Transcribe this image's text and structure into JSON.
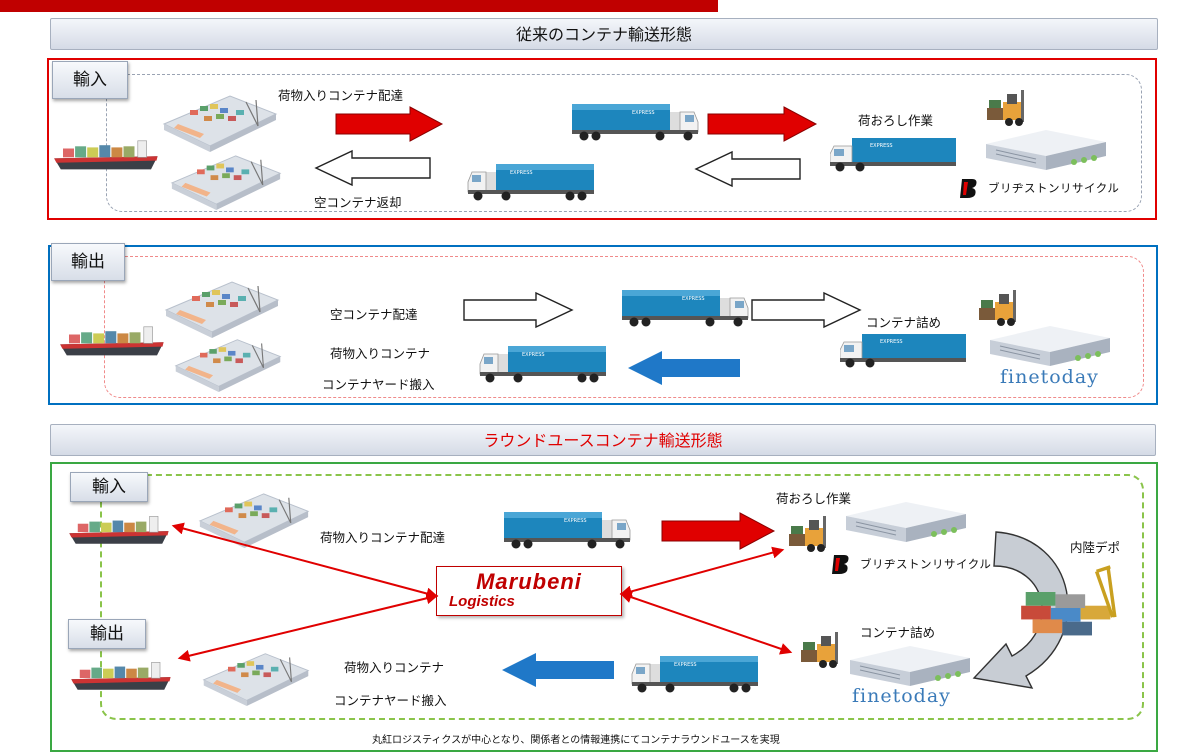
{
  "section1": {
    "title": "従来のコンテナ輸送形態",
    "import": {
      "tag": "輸入",
      "deliver_label": "荷物入りコンテナ配達",
      "return_label": "空コンテナ返却",
      "unload_label": "荷おろし作業",
      "company": "ブリヂストンリサイクル"
    },
    "export": {
      "tag": "輸出",
      "empty_label": "空コンテナ配達",
      "loaded_label": "荷物入りコンテナ",
      "yard_label": "コンテナヤード搬入",
      "stuff_label": "コンテナ詰め",
      "company": "finetoday"
    }
  },
  "section2": {
    "title": "ラウンドユースコンテナ輸送形態",
    "import_tag": "輸入",
    "export_tag": "輸出",
    "deliver_label": "荷物入りコンテナ配達",
    "loaded_label": "荷物入りコンテナ",
    "yard_label": "コンテナヤード搬入",
    "unload_label": "荷おろし作業",
    "stuff_label": "コンテナ詰め",
    "depot_label": "内陸デポ",
    "company_import": "ブリヂストンリサイクル",
    "company_export": "finetoday",
    "logo_line1": "Marubeni",
    "logo_line2": "Logistics",
    "footer": "丸紅ロジスティクスが中心となり、関係者との情報連携にてコンテナラウンドユースを実現"
  },
  "colors": {
    "red": "#e00000",
    "blue": "#0070c0",
    "green": "#3aa843",
    "arrow_blue": "#1f78c8"
  },
  "truck_marks": [
    "EXPRESS",
    "EXPRESS"
  ]
}
